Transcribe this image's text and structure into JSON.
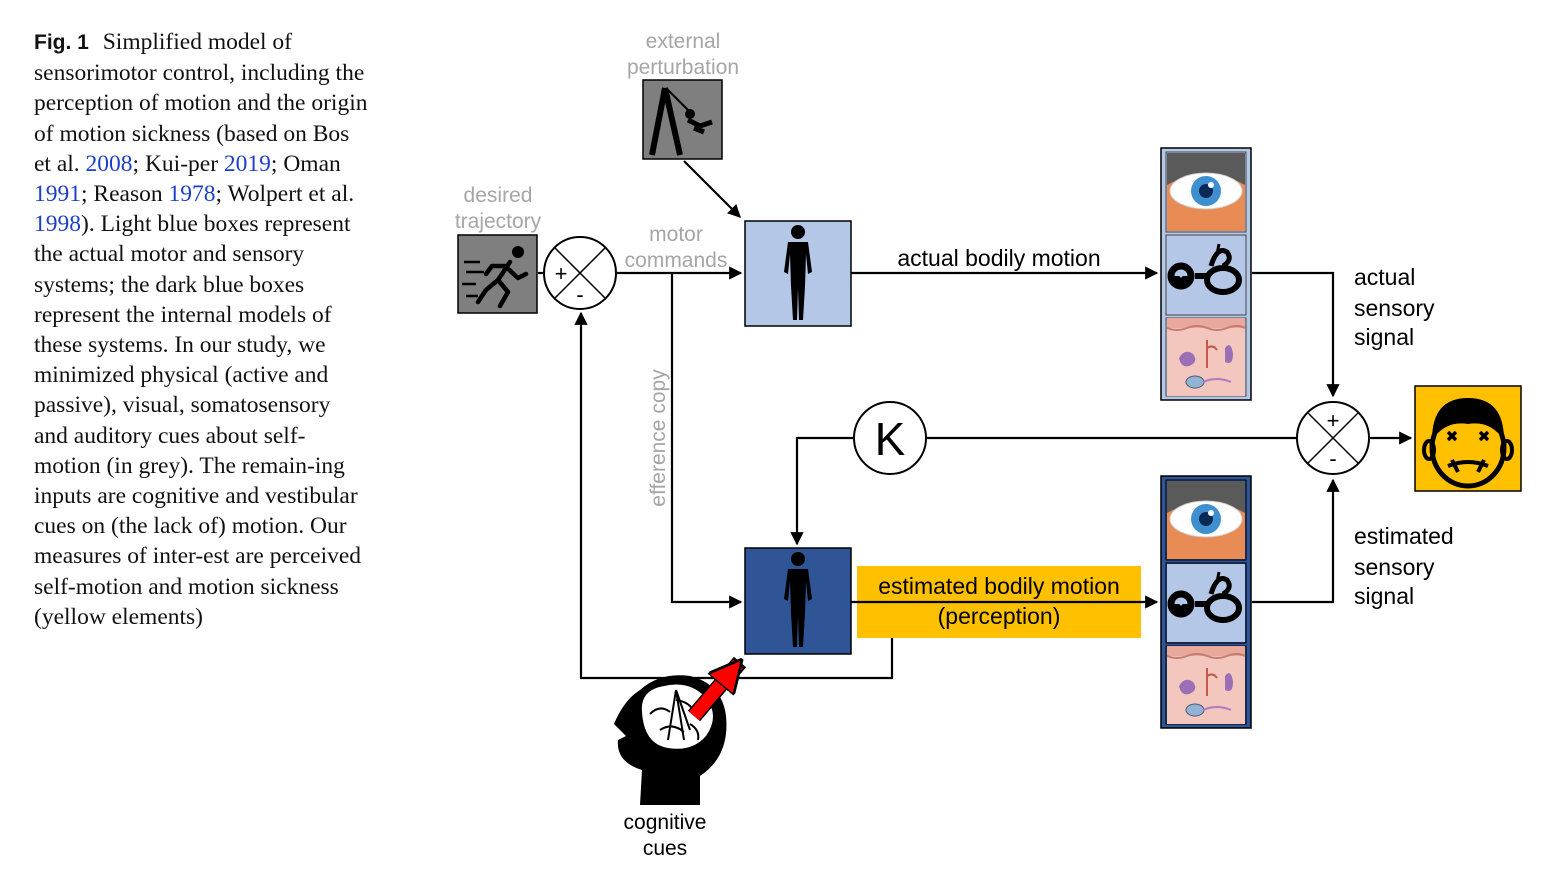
{
  "caption": {
    "fig_label": "Fig. 1",
    "segments": [
      {
        "text": "Simplified model of sensorimotor control, including the perception of motion and the origin of motion sickness (based on Bos et al. ",
        "ref": false
      },
      {
        "text": "2008",
        "ref": true
      },
      {
        "text": "; Kui-per ",
        "ref": false
      },
      {
        "text": "2019",
        "ref": true
      },
      {
        "text": "; Oman ",
        "ref": false
      },
      {
        "text": "1991",
        "ref": true
      },
      {
        "text": "; Reason ",
        "ref": false
      },
      {
        "text": "1978",
        "ref": true
      },
      {
        "text": "; Wolpert et al. ",
        "ref": false
      },
      {
        "text": "1998",
        "ref": true
      },
      {
        "text": "). Light blue boxes represent the actual motor and sensory systems; the dark blue boxes represent the internal models of these systems. In our study, we minimized physical (active and passive), visual, somatosensory and auditory cues about self-motion (in grey). The remain-ing inputs are cognitive and vestibular cues on (the lack of) motion. Our measures of inter-est are perceived self-motion and motion sickness (yellow elements)",
        "ref": false
      }
    ]
  },
  "diagram": {
    "external_perturbation": [
      "external",
      "perturbation"
    ],
    "desired_trajectory": [
      "desired",
      "trajectory"
    ],
    "motor_commands": [
      "motor",
      "commands"
    ],
    "efference_copy": "efference copy",
    "actual_bodily_motion": "actual bodily motion",
    "actual_sensory_signal": [
      "actual",
      "sensory",
      "signal"
    ],
    "estimated_bodily_motion": [
      "estimated bodily motion",
      "(perception)"
    ],
    "estimated_sensory_signal": [
      "estimated",
      "sensory",
      "signal"
    ],
    "gain_label": "K",
    "comparator_plus": "+",
    "comparator_minus": "-",
    "cognitive_cues": [
      "cognitive",
      "cues"
    ]
  },
  "colors": {
    "light_blue_box": "#b4c7e7",
    "dark_blue_box": "#2f5597",
    "grey_box": "#7f7f7f",
    "yellow": "#ffc000",
    "grey_text": "#a6a6a6",
    "ref_blue": "#1a3fc9",
    "red_arrow": "#ff0000"
  },
  "icons": {
    "perturbation": "swing-icon",
    "trajectory": "running-person-icon",
    "body": "human-silhouette-icon",
    "eye": "eye-icon",
    "inner_ear": "inner-ear-icon",
    "skin": "skin-icon",
    "sick_face": "sick-face-icon",
    "head": "brain-head-icon"
  }
}
